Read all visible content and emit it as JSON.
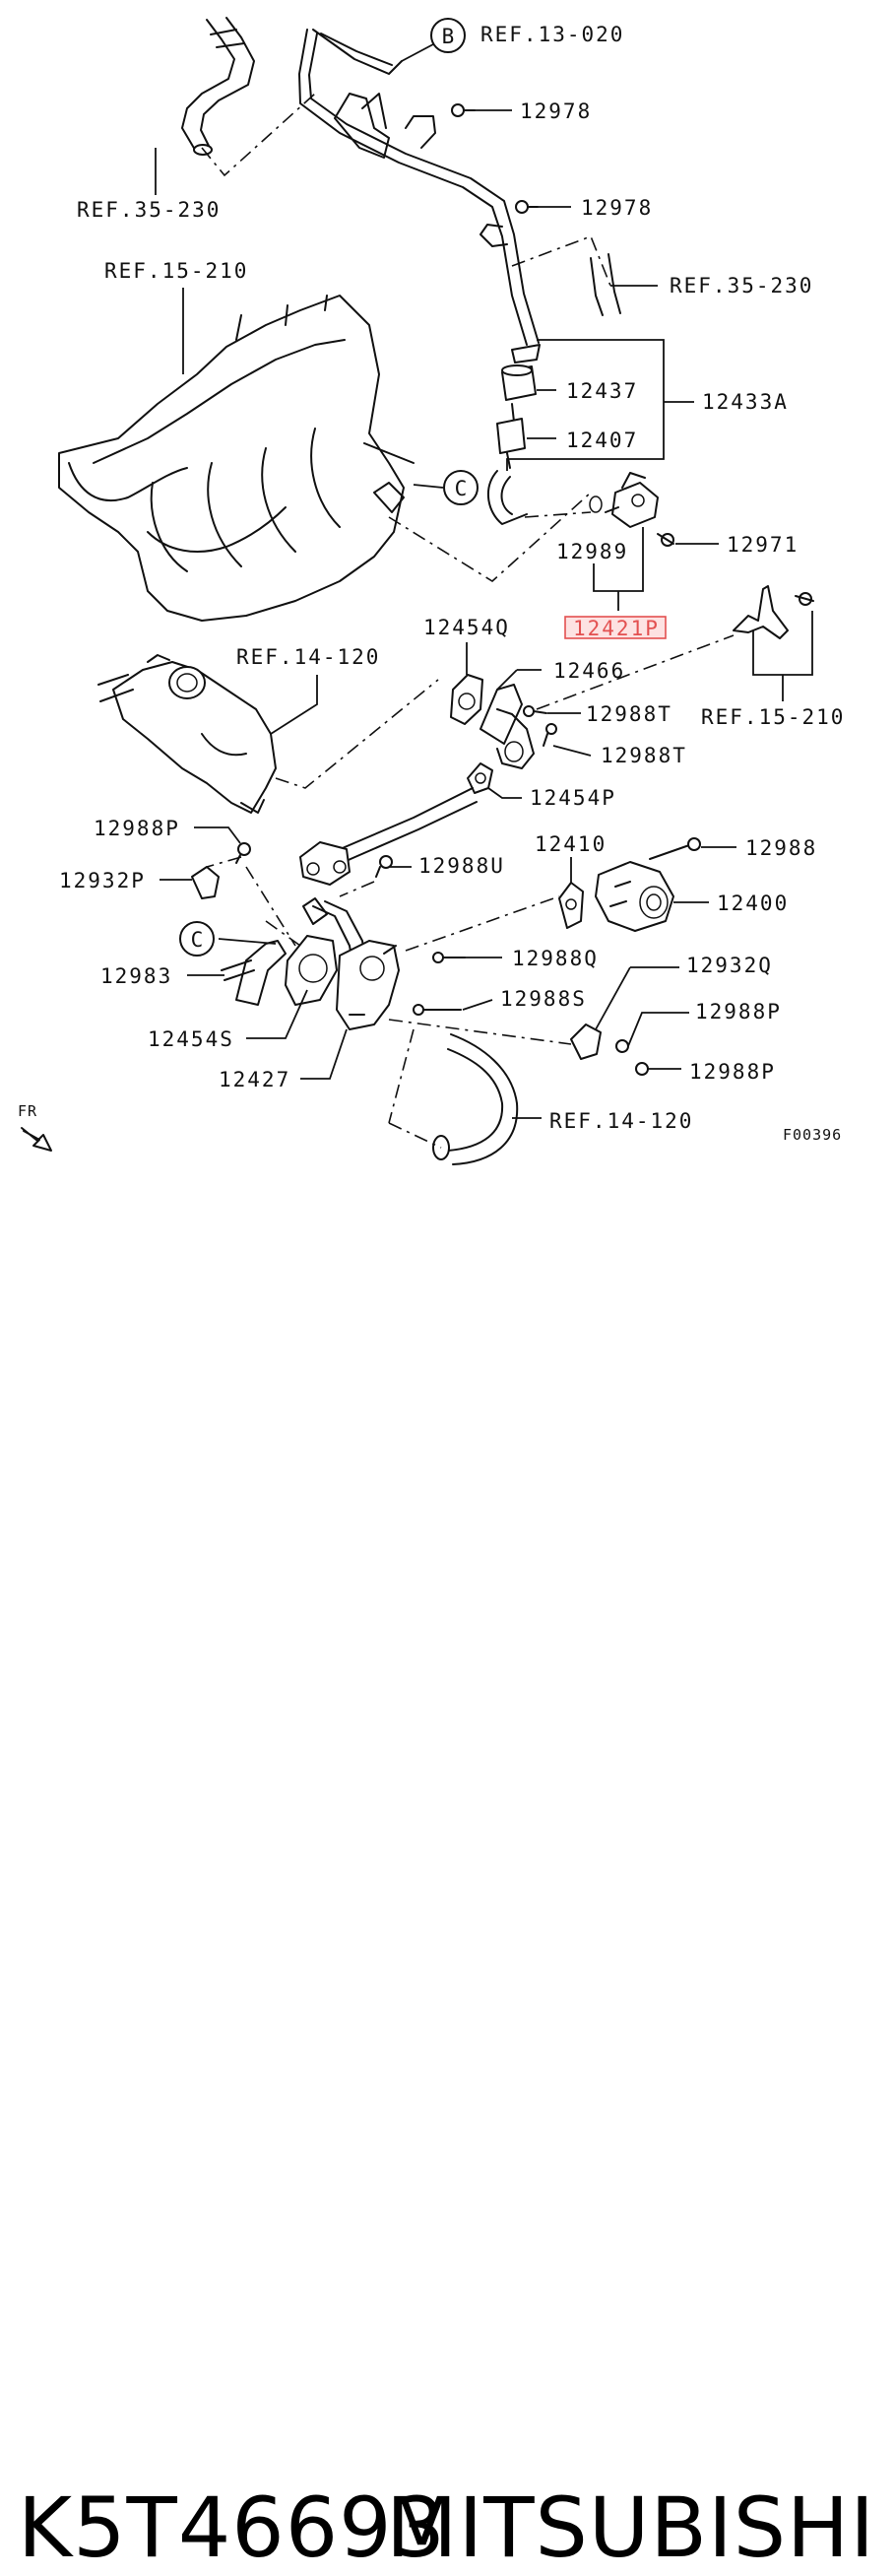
{
  "labels": {
    "ref_13_020": "REF.13-020",
    "ref_35_230_a": "REF.35-230",
    "ref_35_230_b": "REF.35-230",
    "ref_15_210_a": "REF.15-210",
    "ref_15_210_b": "REF.15-210",
    "ref_14_120_a": "REF.14-120",
    "ref_14_120_b": "REF.14-120",
    "p12978_a": "12978",
    "p12978_b": "12978",
    "p12437": "12437",
    "p12433a": "12433A",
    "p12407": "12407",
    "p12989": "12989",
    "p12971": "12971",
    "p12421p": "12421P",
    "p12454q": "12454Q",
    "p12466": "12466",
    "p12988t_a": "12988T",
    "p12988t_b": "12988T",
    "p12454p": "12454P",
    "p12988p_a": "12988P",
    "p12932p": "12932P",
    "p12988u": "12988U",
    "p12410": "12410",
    "p12988": "12988",
    "p12400": "12400",
    "p12983": "12983",
    "p12988q": "12988Q",
    "p12932q": "12932Q",
    "p12988s": "12988S",
    "p12454s": "12454S",
    "p12988p_b": "12988P",
    "p12988p_c": "12988P",
    "p12427": "12427",
    "fr": "FR",
    "figure_code": "F00396"
  },
  "callouts": {
    "b": "B",
    "c1": "C",
    "c2": "C"
  },
  "highlight_color": "#e35050",
  "footer": {
    "part_number": "K5T46693",
    "brand": "MITSUBISHI"
  }
}
